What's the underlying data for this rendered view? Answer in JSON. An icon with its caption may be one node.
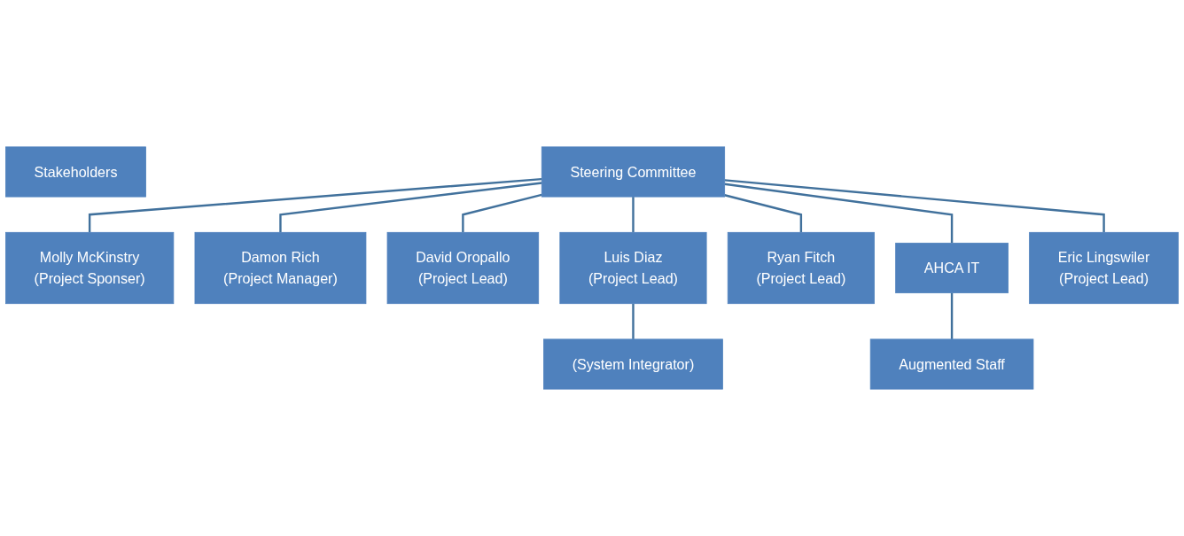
{
  "diagram": {
    "nodes": [
      {
        "text": [
          "Stakeholders"
        ]
      },
      {
        "text": [
          "Steering Committee"
        ]
      },
      {
        "text": [
          "Molly McKinstry",
          "(Project Sponser)"
        ]
      },
      {
        "text": [
          "Damon Rich",
          "(Project Manager)"
        ]
      },
      {
        "text": [
          "David Oropallo",
          "(Project Lead)"
        ]
      },
      {
        "text": [
          "Luis Diaz",
          "(Project Lead)"
        ]
      },
      {
        "text": [
          "Ryan Fitch",
          "(Project Lead)"
        ]
      },
      {
        "text": [
          "AHCA IT"
        ]
      },
      {
        "text": [
          "Eric Lingswiler",
          "(Project Lead)"
        ]
      },
      {
        "text": [
          "(System Integrator)"
        ]
      },
      {
        "text": [
          "Augmented Staff"
        ]
      }
    ],
    "edges": [
      {
        "from": 1,
        "to": 2,
        "arrow": "none"
      },
      {
        "from": 1,
        "to": 3,
        "arrow": "none"
      },
      {
        "from": 1,
        "to": 4,
        "arrow": "none"
      },
      {
        "from": 1,
        "to": 5,
        "arrow": "none"
      },
      {
        "from": 1,
        "to": 6,
        "arrow": "none"
      },
      {
        "from": 1,
        "to": 7,
        "arrow": "none"
      },
      {
        "from": 1,
        "to": 8,
        "arrow": "none"
      },
      {
        "from": 5,
        "to": 9,
        "arrow": "none"
      },
      {
        "from": 7,
        "to": 10,
        "arrow": "none"
      }
    ]
  }
}
